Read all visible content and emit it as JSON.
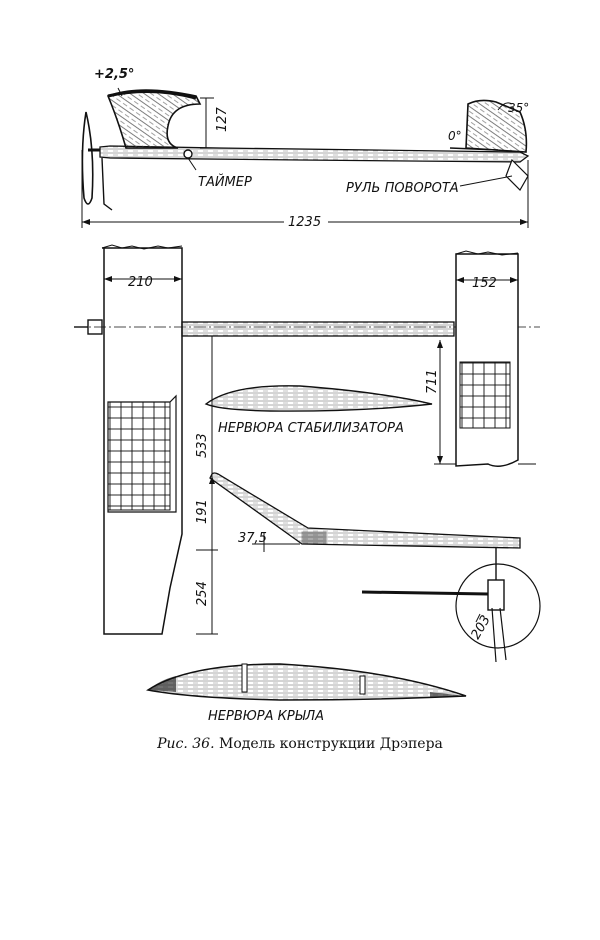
{
  "labels": {
    "pylon_angle": "+2,5°",
    "timer": "ТАЙМЕР",
    "rudder": "РУЛЬ ПОВОРОТА",
    "fin_angle": "35°",
    "stab_angle": "0°",
    "stab_rib": "НЕРВЮРА СТАБИЛИЗАТОРА",
    "wing_rib": "НЕРВЮРА КРЫЛА"
  },
  "dimensions": {
    "pylon_height": "127",
    "overall_length": "1235",
    "wing_chord": "210",
    "stab_chord": "152",
    "stab_span": "711",
    "wing_center_span": "533",
    "dihedral_height": "191",
    "tip_offset": "37,5",
    "wing_tip_length": "254",
    "prop_dia": "203"
  },
  "caption": {
    "figure": "Рис. 36.",
    "title": "Модель конструкции Дрэпера"
  }
}
